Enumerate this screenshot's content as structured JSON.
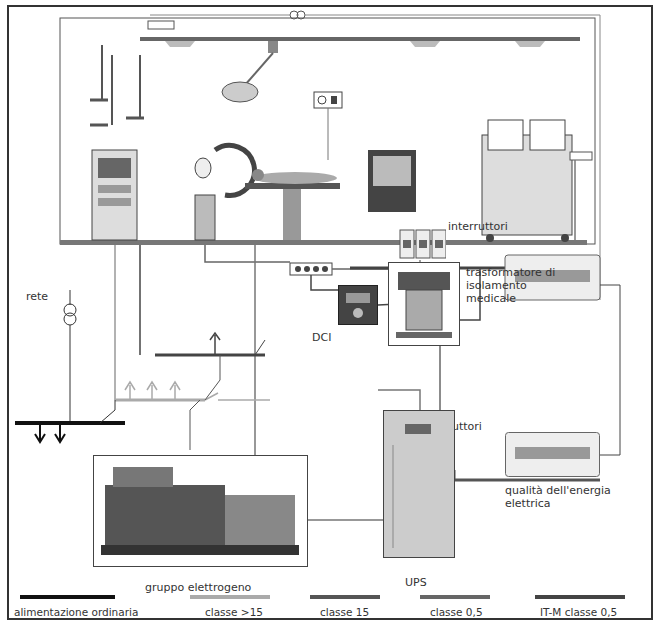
{
  "diagram": {
    "nodes": [
      {
        "text": [
          "interruttori"
        ]
      },
      {
        "text": [
          "trasformatore di isolamento medicale"
        ]
      },
      {
        "text": [
          "DCI"
        ]
      },
      {
        "text": [
          "interruttori"
        ]
      },
      {
        "text": [
          "qualità dell'energia elettrica"
        ]
      },
      {
        "text": [
          "gruppo elettrogeno"
        ]
      },
      {
        "text": [
          "UPS"
        ]
      }
    ],
    "edges": [
      {
        "from": 2,
        "to": 1,
        "arrow": "none"
      }
    ],
    "labels": [
      "rete"
    ],
    "legend": [
      {
        "text": "alimentazione ordinaria"
      },
      {
        "text": "classe >15"
      },
      {
        "text": "classe 15"
      },
      {
        "text": "classe 0,5"
      },
      {
        "text": "IT-M classe 0,5"
      }
    ]
  }
}
